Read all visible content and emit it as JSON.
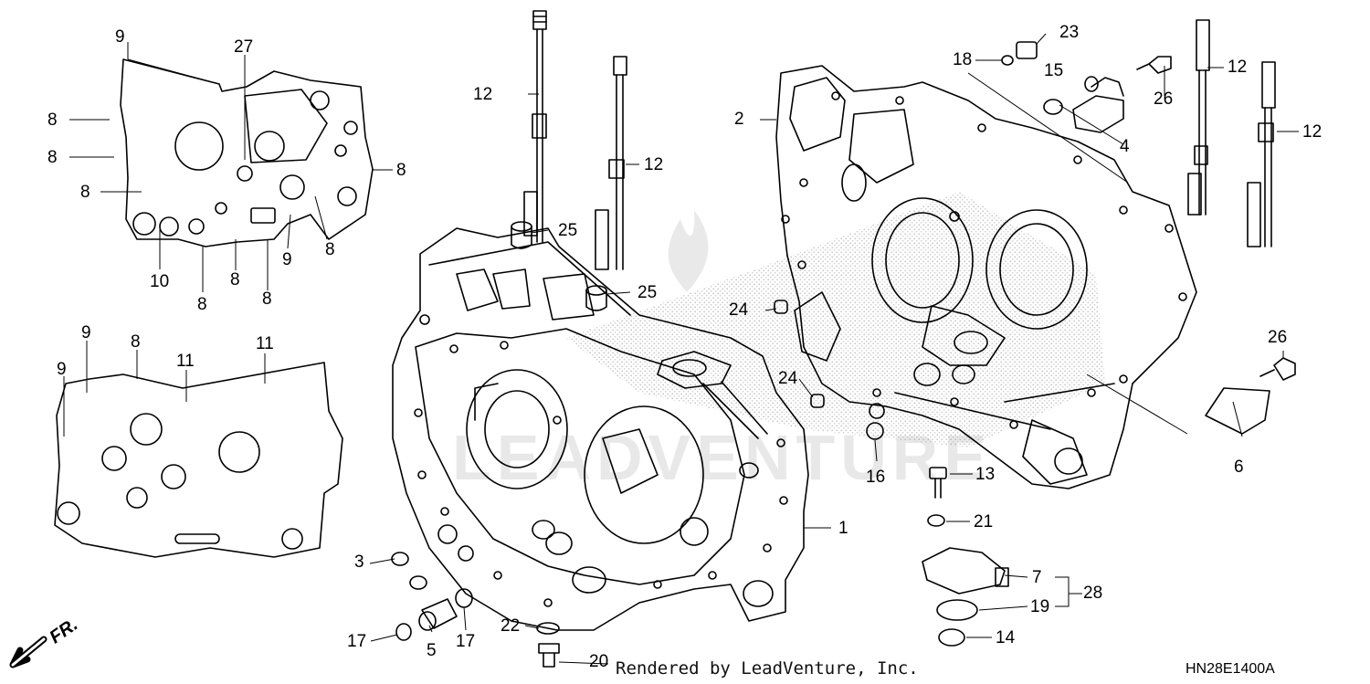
{
  "diagram_code": "HN28E1400A",
  "credit": "Rendered by LeadVenture, Inc.",
  "direction_label": "FR.",
  "watermark_text": "LEADVENTURE",
  "callouts": [
    {
      "id": "c9a",
      "text": "9"
    },
    {
      "id": "c27",
      "text": "27"
    },
    {
      "id": "c8a",
      "text": "8"
    },
    {
      "id": "c8b",
      "text": "8"
    },
    {
      "id": "c8c",
      "text": "8"
    },
    {
      "id": "c8d",
      "text": "8"
    },
    {
      "id": "c8e",
      "text": "8"
    },
    {
      "id": "c10",
      "text": "10"
    },
    {
      "id": "c8f",
      "text": "8"
    },
    {
      "id": "c8g",
      "text": "8"
    },
    {
      "id": "c8h",
      "text": "8"
    },
    {
      "id": "c9b",
      "text": "9"
    },
    {
      "id": "c9c",
      "text": "9"
    },
    {
      "id": "c8i",
      "text": "8"
    },
    {
      "id": "c11a",
      "text": "11"
    },
    {
      "id": "c11b",
      "text": "11"
    },
    {
      "id": "c9d",
      "text": "9"
    },
    {
      "id": "c12a",
      "text": "12"
    },
    {
      "id": "c12b",
      "text": "12"
    },
    {
      "id": "c25a",
      "text": "25"
    },
    {
      "id": "c25b",
      "text": "25"
    },
    {
      "id": "c24a",
      "text": "24"
    },
    {
      "id": "c24b",
      "text": "24"
    },
    {
      "id": "c1",
      "text": "1"
    },
    {
      "id": "c3",
      "text": "3"
    },
    {
      "id": "c17a",
      "text": "17"
    },
    {
      "id": "c5",
      "text": "5"
    },
    {
      "id": "c17b",
      "text": "17"
    },
    {
      "id": "c22",
      "text": "22"
    },
    {
      "id": "c20",
      "text": "20"
    },
    {
      "id": "c2",
      "text": "2"
    },
    {
      "id": "c18",
      "text": "18"
    },
    {
      "id": "c23",
      "text": "23"
    },
    {
      "id": "c15",
      "text": "15"
    },
    {
      "id": "c26a",
      "text": "26"
    },
    {
      "id": "c4",
      "text": "4"
    },
    {
      "id": "c12c",
      "text": "12"
    },
    {
      "id": "c12d",
      "text": "12"
    },
    {
      "id": "c26b",
      "text": "26"
    },
    {
      "id": "c6",
      "text": "6"
    },
    {
      "id": "c16",
      "text": "16"
    },
    {
      "id": "c13",
      "text": "13"
    },
    {
      "id": "c21",
      "text": "21"
    },
    {
      "id": "c7",
      "text": "7"
    },
    {
      "id": "c28",
      "text": "28"
    },
    {
      "id": "c19",
      "text": "19"
    },
    {
      "id": "c14",
      "text": "14"
    }
  ]
}
